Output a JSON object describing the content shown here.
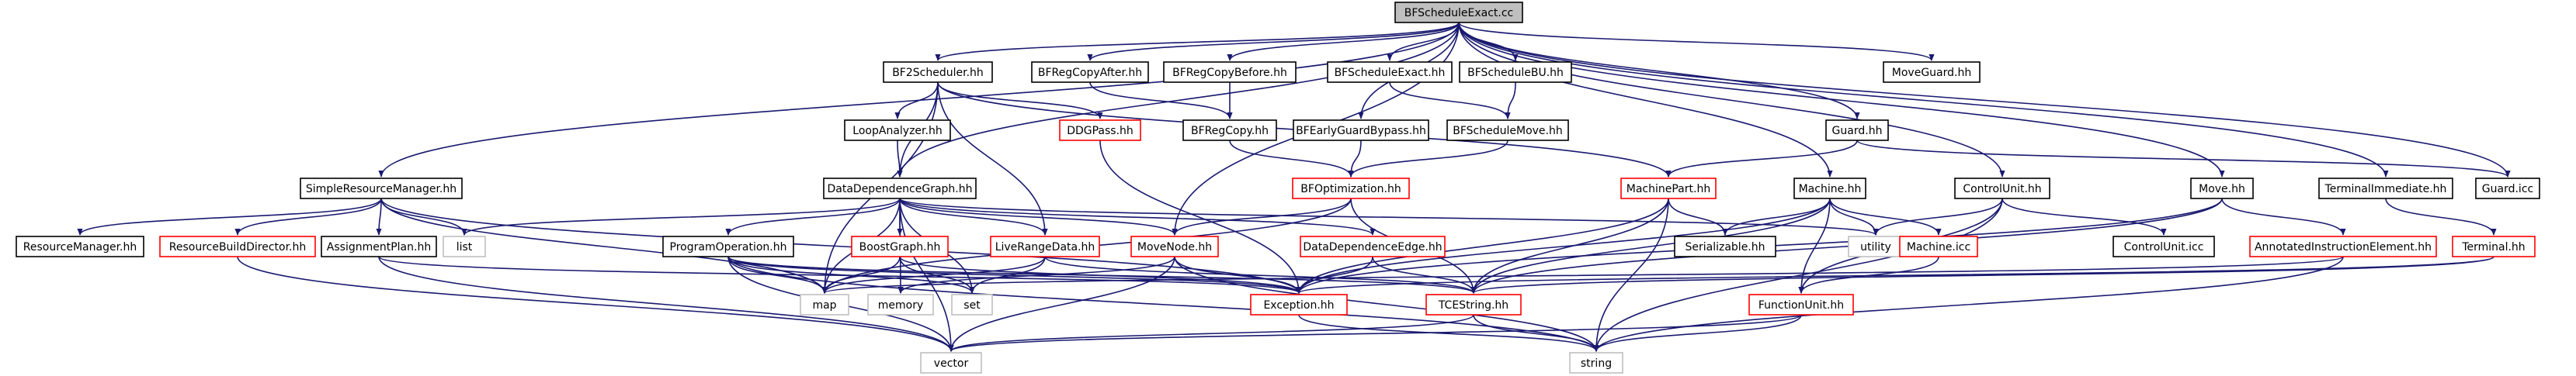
{
  "diagram": {
    "colors": {
      "background": "#ffffff",
      "edge": "#191970",
      "text": "#000000",
      "box_default": "#000000",
      "box_incomplete": "#ff0000",
      "box_external": "#bfbfbf",
      "root_fill": "#bfbfbf"
    },
    "nodes": [
      {
        "id": "root",
        "label": "BFScheduleExact.cc",
        "style": "root"
      },
      {
        "id": "bf2",
        "label": "BF2Scheduler.hh",
        "style": "default"
      },
      {
        "id": "rcafter",
        "label": "BFRegCopyAfter.hh",
        "style": "default"
      },
      {
        "id": "rcbefore",
        "label": "BFRegCopyBefore.hh",
        "style": "default"
      },
      {
        "id": "sexacth",
        "label": "BFScheduleExact.hh",
        "style": "default"
      },
      {
        "id": "sbu",
        "label": "BFScheduleBU.hh",
        "style": "default"
      },
      {
        "id": "mguard",
        "label": "MoveGuard.hh",
        "style": "default"
      },
      {
        "id": "loop",
        "label": "LoopAnalyzer.hh",
        "style": "default"
      },
      {
        "id": "ddgpass",
        "label": "DDGPass.hh",
        "style": "incomplete"
      },
      {
        "id": "rcopy",
        "label": "BFRegCopy.hh",
        "style": "default"
      },
      {
        "id": "bypass",
        "label": "BFEarlyGuardBypass.hh",
        "style": "default"
      },
      {
        "id": "smove",
        "label": "BFScheduleMove.hh",
        "style": "default"
      },
      {
        "id": "guardhh",
        "label": "Guard.hh",
        "style": "default"
      },
      {
        "id": "srm",
        "label": "SimpleResourceManager.hh",
        "style": "default"
      },
      {
        "id": "ddg",
        "label": "DataDependenceGraph.hh",
        "style": "default"
      },
      {
        "id": "machpart",
        "label": "MachinePart.hh",
        "style": "incomplete"
      },
      {
        "id": "machine",
        "label": "Machine.hh",
        "style": "default"
      },
      {
        "id": "cu",
        "label": "ControlUnit.hh",
        "style": "default"
      },
      {
        "id": "move",
        "label": "Move.hh",
        "style": "default"
      },
      {
        "id": "termimm",
        "label": "TerminalImmediate.hh",
        "style": "default"
      },
      {
        "id": "guardicc",
        "label": "Guard.icc",
        "style": "default"
      },
      {
        "id": "bfopt",
        "label": "BFOptimization.hh",
        "style": "incomplete"
      },
      {
        "id": "list",
        "label": "list",
        "style": "external"
      },
      {
        "id": "resmgr",
        "label": "ResourceManager.hh",
        "style": "default"
      },
      {
        "id": "rbd",
        "label": "ResourceBuildDirector.hh",
        "style": "incomplete"
      },
      {
        "id": "aplan",
        "label": "AssignmentPlan.hh",
        "style": "default"
      },
      {
        "id": "progop",
        "label": "ProgramOperation.hh",
        "style": "default"
      },
      {
        "id": "bgraph",
        "label": "BoostGraph.hh",
        "style": "incomplete"
      },
      {
        "id": "lrdata",
        "label": "LiveRangeData.hh",
        "style": "incomplete"
      },
      {
        "id": "movenode",
        "label": "MoveNode.hh",
        "style": "incomplete"
      },
      {
        "id": "ddedge",
        "label": "DataDependenceEdge.hh",
        "style": "incomplete"
      },
      {
        "id": "serial",
        "label": "Serializable.hh",
        "style": "default"
      },
      {
        "id": "utility",
        "label": "utility",
        "style": "external"
      },
      {
        "id": "machicc",
        "label": "Machine.icc",
        "style": "incomplete"
      },
      {
        "id": "cuicc",
        "label": "ControlUnit.icc",
        "style": "default"
      },
      {
        "id": "aie",
        "label": "AnnotatedInstructionElement.hh",
        "style": "incomplete"
      },
      {
        "id": "terminal",
        "label": "Terminal.hh",
        "style": "incomplete"
      },
      {
        "id": "map",
        "label": "map",
        "style": "external"
      },
      {
        "id": "memory",
        "label": "memory",
        "style": "external"
      },
      {
        "id": "set",
        "label": "set",
        "style": "external"
      },
      {
        "id": "exc",
        "label": "Exception.hh",
        "style": "incomplete"
      },
      {
        "id": "tces",
        "label": "TCEString.hh",
        "style": "incomplete"
      },
      {
        "id": "fu",
        "label": "FunctionUnit.hh",
        "style": "incomplete"
      },
      {
        "id": "vector",
        "label": "vector",
        "style": "external"
      },
      {
        "id": "string",
        "label": "string",
        "style": "external"
      }
    ],
    "edges": [
      [
        "root",
        "bf2"
      ],
      [
        "root",
        "rcafter"
      ],
      [
        "root",
        "rcbefore"
      ],
      [
        "root",
        "sexacth"
      ],
      [
        "root",
        "sbu"
      ],
      [
        "root",
        "mguard"
      ],
      [
        "root",
        "bypass"
      ],
      [
        "root",
        "guardhh"
      ],
      [
        "root",
        "srm"
      ],
      [
        "root",
        "ddg"
      ],
      [
        "root",
        "movenode"
      ],
      [
        "root",
        "machine"
      ],
      [
        "root",
        "cu"
      ],
      [
        "root",
        "move"
      ],
      [
        "root",
        "termimm"
      ],
      [
        "root",
        "guardicc"
      ],
      [
        "bf2",
        "loop"
      ],
      [
        "bf2",
        "ddgpass"
      ],
      [
        "bf2",
        "ddg"
      ],
      [
        "bf2",
        "machpart"
      ],
      [
        "bf2",
        "lrdata"
      ],
      [
        "bf2",
        "map"
      ],
      [
        "loop",
        "ddg"
      ],
      [
        "ddgpass",
        "exc"
      ],
      [
        "rcafter",
        "rcopy"
      ],
      [
        "rcbefore",
        "rcopy"
      ],
      [
        "rcopy",
        "bfopt"
      ],
      [
        "sexacth",
        "smove"
      ],
      [
        "sbu",
        "smove"
      ],
      [
        "smove",
        "bfopt"
      ],
      [
        "bypass",
        "bfopt"
      ],
      [
        "bfopt",
        "movenode"
      ],
      [
        "bfopt",
        "tces"
      ],
      [
        "bfopt",
        "map"
      ],
      [
        "guardhh",
        "machpart"
      ],
      [
        "guardhh",
        "guardicc"
      ],
      [
        "machpart",
        "serial"
      ],
      [
        "machpart",
        "exc"
      ],
      [
        "machpart",
        "tces"
      ],
      [
        "machpart",
        "string"
      ],
      [
        "machine",
        "serial"
      ],
      [
        "machine",
        "machicc"
      ],
      [
        "machine",
        "exc"
      ],
      [
        "machine",
        "tces"
      ],
      [
        "machine",
        "fu"
      ],
      [
        "machine",
        "utility"
      ],
      [
        "machicc",
        "fu"
      ],
      [
        "fu",
        "vector"
      ],
      [
        "fu",
        "string"
      ],
      [
        "cu",
        "cuicc"
      ],
      [
        "cu",
        "utility"
      ],
      [
        "cu",
        "fu"
      ],
      [
        "cu",
        "string"
      ],
      [
        "move",
        "aie"
      ],
      [
        "move",
        "exc"
      ],
      [
        "move",
        "tces"
      ],
      [
        "termimm",
        "terminal"
      ],
      [
        "terminal",
        "exc"
      ],
      [
        "terminal",
        "tces"
      ],
      [
        "aie",
        "map"
      ],
      [
        "aie",
        "string"
      ],
      [
        "srm",
        "resmgr"
      ],
      [
        "srm",
        "rbd"
      ],
      [
        "srm",
        "aplan"
      ],
      [
        "srm",
        "list"
      ],
      [
        "srm",
        "map"
      ],
      [
        "srm",
        "exc"
      ],
      [
        "rbd",
        "vector"
      ],
      [
        "aplan",
        "vector"
      ],
      [
        "aplan",
        "exc"
      ],
      [
        "ddg",
        "list"
      ],
      [
        "ddg",
        "progop"
      ],
      [
        "ddg",
        "bgraph"
      ],
      [
        "ddg",
        "movenode"
      ],
      [
        "ddg",
        "ddedge"
      ],
      [
        "ddg",
        "utility"
      ],
      [
        "ddg",
        "set"
      ],
      [
        "ddg",
        "map"
      ],
      [
        "ddg",
        "memory"
      ],
      [
        "ddg",
        "vector"
      ],
      [
        "ddg",
        "lrdata"
      ],
      [
        "progop",
        "map"
      ],
      [
        "progop",
        "set"
      ],
      [
        "progop",
        "vector"
      ],
      [
        "progop",
        "string"
      ],
      [
        "progop",
        "tces"
      ],
      [
        "progop",
        "exc"
      ],
      [
        "bgraph",
        "map"
      ],
      [
        "bgraph",
        "set"
      ],
      [
        "bgraph",
        "exc"
      ],
      [
        "lrdata",
        "map"
      ],
      [
        "lrdata",
        "set"
      ],
      [
        "lrdata",
        "tces"
      ],
      [
        "movenode",
        "exc"
      ],
      [
        "movenode",
        "vector"
      ],
      [
        "movenode",
        "string"
      ],
      [
        "movenode",
        "memory"
      ],
      [
        "ddedge",
        "exc"
      ],
      [
        "ddedge",
        "tces"
      ],
      [
        "exc",
        "string"
      ],
      [
        "tces",
        "string"
      ],
      [
        "tces",
        "vector"
      ]
    ]
  }
}
